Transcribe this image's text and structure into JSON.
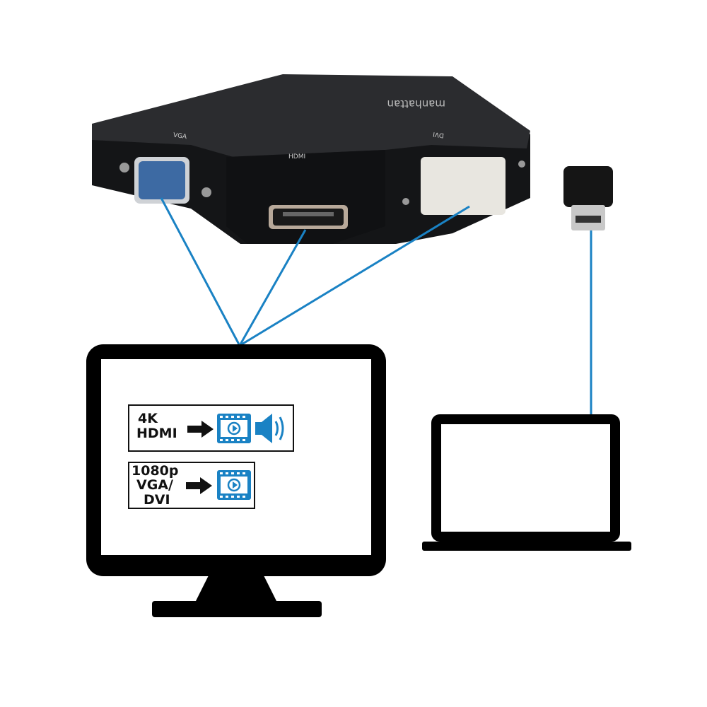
{
  "adapter": {
    "brand_logo": "manhattan",
    "ports": [
      {
        "label": "VGA"
      },
      {
        "label": "HDMI"
      },
      {
        "label": "DVI"
      }
    ]
  },
  "outputs": [
    {
      "lines": [
        "4K",
        "HDMI"
      ],
      "features": [
        "video-icon",
        "speaker-icon"
      ]
    },
    {
      "lines": [
        "1080p",
        "VGA/",
        "DVI"
      ],
      "features": [
        "video-icon"
      ]
    }
  ],
  "colors": {
    "cable": "#1a82c4",
    "icon_blue": "#1a82c4",
    "device": "#000000",
    "adapter_body": "#1c1d1f"
  }
}
